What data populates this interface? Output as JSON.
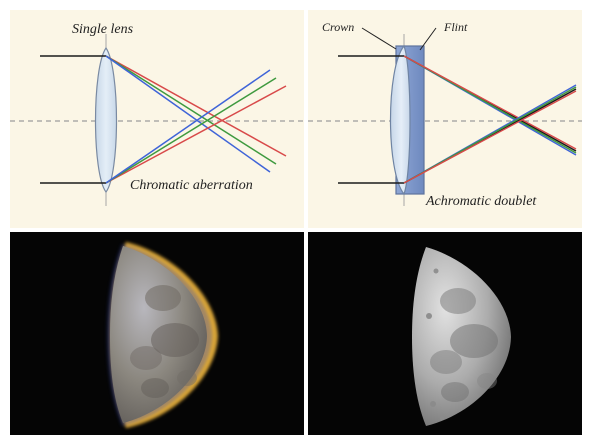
{
  "figure": {
    "top_left": {
      "lens_label": "Single lens",
      "effect_label": "Chromatic aberration"
    },
    "top_right": {
      "crown_label": "Crown",
      "flint_label": "Flint",
      "effect_label": "Achromatic doublet"
    },
    "bottom_left": {
      "subject": "moon",
      "appearance": "color fringed"
    },
    "bottom_right": {
      "subject": "moon",
      "appearance": "corrected"
    }
  },
  "colors": {
    "diagram_background": "#fbf6e6",
    "photo_background": "#050505",
    "blue_ray": "#3f64d8",
    "green_ray": "#3f9a3f",
    "red_ray": "#d84a4a",
    "black_ray": "#1b1b1b",
    "lens": "#d7e5f1",
    "flint": "#7f98c7"
  }
}
